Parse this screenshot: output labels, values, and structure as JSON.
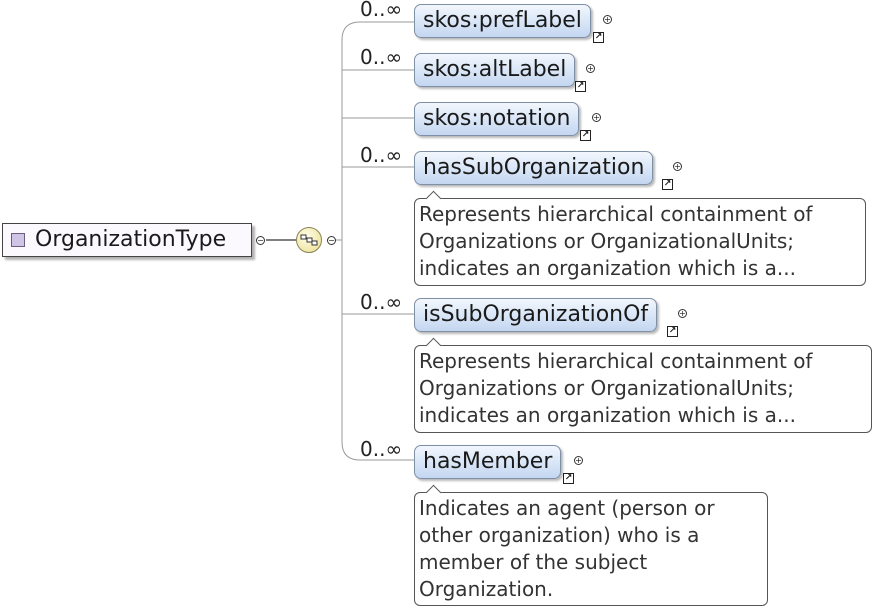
{
  "root": {
    "label": "OrganizationType"
  },
  "compositor": {
    "icon": "sequence-compositor-icon"
  },
  "elements": [
    {
      "label": "skos:prefLabel",
      "multiplicity": "0..∞"
    },
    {
      "label": "skos:altLabel",
      "multiplicity": "0..∞"
    },
    {
      "label": "skos:notation",
      "multiplicity": ""
    },
    {
      "label": "hasSubOrganization",
      "multiplicity": "0..∞",
      "doc": [
        "Represents hierarchical containment of",
        "Organizations or OrganizationalUnits;",
        "indicates an organization which is a..."
      ]
    },
    {
      "label": "isSubOrganizationOf",
      "multiplicity": "0..∞",
      "doc": [
        "Represents hierarchical containment of",
        "Organizations or OrganizationalUnits;",
        "indicates an organization which is a..."
      ]
    },
    {
      "label": "hasMember",
      "multiplicity": "0..∞",
      "doc": [
        "Indicates an agent (person or",
        "other organization) who is a",
        "member of the subject",
        "Organization."
      ]
    }
  ],
  "icons": {
    "expand": "plus-circle-icon",
    "collapse": "minus-circle-icon",
    "link": "link-arrow-icon"
  }
}
